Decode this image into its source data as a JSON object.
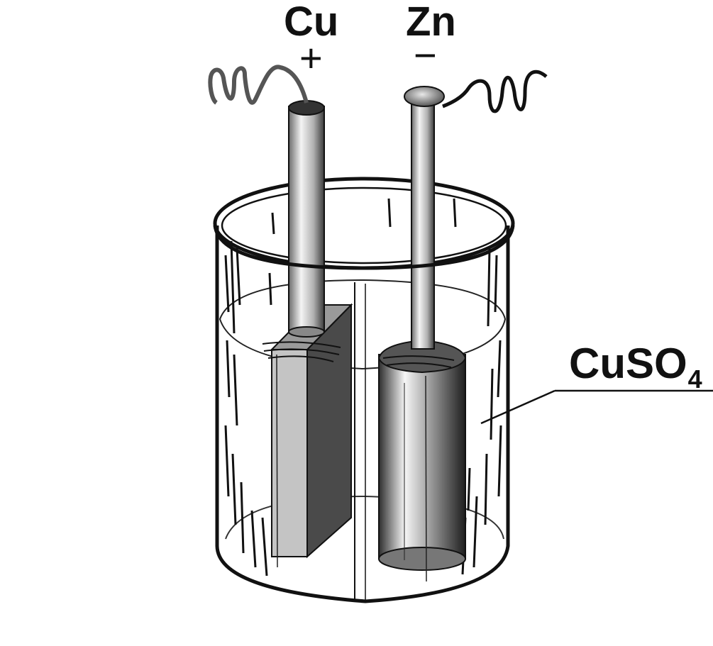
{
  "labels": {
    "copper_electrode": "Cu",
    "zinc_electrode": "Zn",
    "copper_polarity": "+",
    "zinc_polarity": "−",
    "electrolyte_main": "CuSO",
    "electrolyte_subscript": "4"
  },
  "colors": {
    "ink": "#111111",
    "copper_plate_light": "#c4c4c4",
    "copper_plate_dark": "#4a4a4a",
    "zinc_cylinder": "#8a8a8a",
    "background": "#ffffff"
  }
}
